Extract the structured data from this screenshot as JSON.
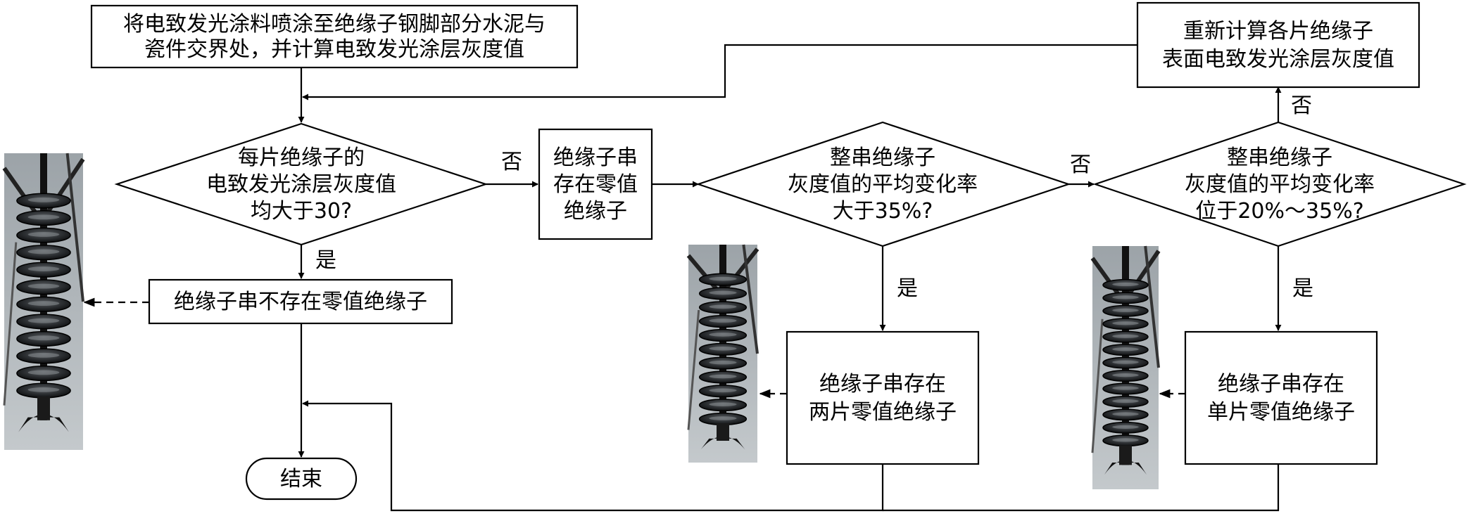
{
  "nodes": {
    "start": {
      "lines": [
        "将电致发光涂料喷涂至绝缘子钢脚部分水泥与",
        "瓷件交界处，并计算电致发光涂层灰度值"
      ]
    },
    "recalc": {
      "lines": [
        "重新计算各片绝缘子",
        "表面电致发光涂层灰度值"
      ]
    },
    "decision1": {
      "lines": [
        "每片绝缘子的",
        "电致发光涂层灰度值",
        "均大于30?"
      ]
    },
    "zero_exists": {
      "lines": [
        "绝缘子串",
        "存在零值",
        "绝缘子"
      ]
    },
    "decision2": {
      "lines": [
        "整串绝缘子",
        "灰度值的平均变化率",
        "大于35%?"
      ]
    },
    "decision3": {
      "lines": [
        "整串绝缘子",
        "灰度值的平均变化率",
        "位于20%～35%?"
      ]
    },
    "no_zero": {
      "lines": [
        "绝缘子串不存在零值绝缘子"
      ]
    },
    "two_zero": {
      "lines": [
        "绝缘子串存在",
        "两片零值绝缘子"
      ]
    },
    "single_zero": {
      "lines": [
        "绝缘子串存在",
        "单片零值绝缘子"
      ]
    },
    "end": {
      "lines": [
        "结束"
      ]
    }
  },
  "edge_labels": {
    "d1_no": "否",
    "d1_yes": "是",
    "d2_no": "否",
    "d2_yes": "是",
    "d3_no": "否",
    "d3_yes": "是"
  },
  "colors": {
    "line": "#000000",
    "fill": "#ffffff"
  },
  "photos": [
    "insulator-string-photo",
    "insulator-string-photo",
    "insulator-string-photo"
  ]
}
